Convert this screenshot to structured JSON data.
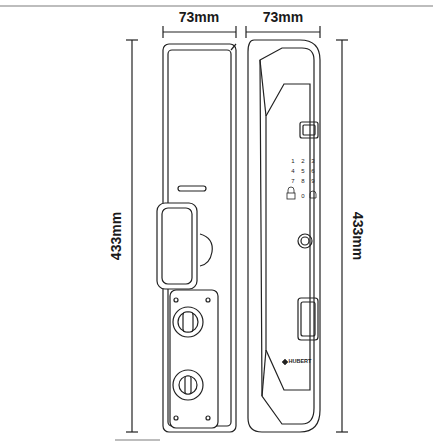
{
  "diagram": {
    "labels": [
      "73mm",
      "73mm",
      "433mm",
      "433mm",
      "1",
      "2",
      "3",
      "4",
      "5",
      "6",
      "7",
      "8",
      "9",
      "0",
      "HUBERT"
    ]
  }
}
